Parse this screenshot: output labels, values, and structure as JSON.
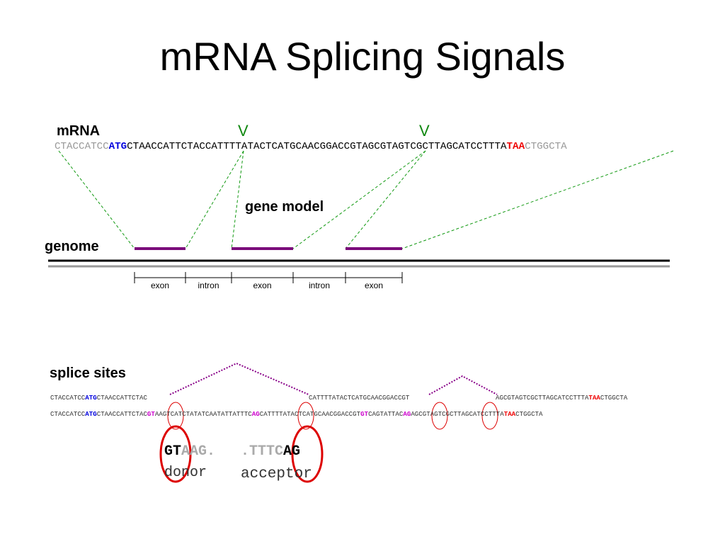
{
  "title": "mRNA Splicing Signals",
  "labels": {
    "mrna": "mRNA",
    "gene_model": "gene model",
    "genome": "genome",
    "splice_sites": "splice sites",
    "donor": "donor",
    "acceptor": "acceptor"
  },
  "carets": [
    "V",
    "V"
  ],
  "mrna_sequence": {
    "pre": "CTACCATCC",
    "start": "ATG",
    "mid": "CTAACCATTCTACCATTTTATACTCATGCAACGGACCGTAGCGTAGTCGCTTAGCATCCTTTA",
    "stop": "TAA",
    "post": "CTGGCTA"
  },
  "segments": [
    "exon",
    "intron",
    "exon",
    "intron",
    "exon"
  ],
  "splice_row1": {
    "part1_pre": "CTACCATCC",
    "part1_start": "ATG",
    "part1_rest": "CTAACCATTCTAC",
    "part2": "CATTTTATACTCATGCAACGGACCGT",
    "part3_pre": "AGCGTAGTCGCTTAGCATCCTTTA",
    "part3_stop": "TAA",
    "part3_post": "CTGGCTA"
  },
  "splice_row2": {
    "a": "CTACCATCC",
    "start": "ATG",
    "b": "CTAACCATTCTAC",
    "gt1": "GT",
    "c": "AAGTCATCTATATCAATATTATTTC",
    "ag1": "AG",
    "d": "CATTTTATACTCATGCAACGGACCGT",
    "gt2": "GT",
    "e": "CAGTATTAC",
    "ag2": "AG",
    "f": "AGCGTAGTCGCTTAGCATCCTTTA",
    "stop": "TAA",
    "g": "CTGGCTA"
  },
  "donor_motif": {
    "strong": "GT",
    "weak": "AAG."
  },
  "acceptor_motif": {
    "weak": ".TTTC",
    "strong": "AG"
  },
  "colors": {
    "exon_bar": "#7a0a7a",
    "guide_lines": "#119911",
    "intron_arc": "#880088",
    "circle": "#dd0000",
    "start_codon": "#0000dd",
    "stop_codon": "#ee0000",
    "splice_motif": "#cc00cc"
  }
}
